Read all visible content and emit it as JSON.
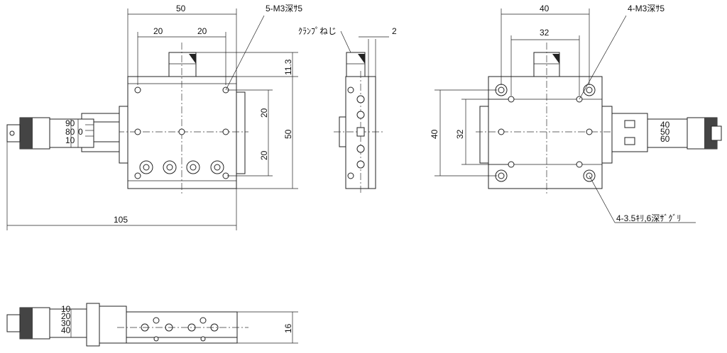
{
  "dimensions": {
    "top_width": "50",
    "top_half_left": "20",
    "top_half_right": "20",
    "tap_label": "5-M3深ｻ5",
    "height_11_3": "11.3",
    "vert_20_upper": "20",
    "vert_20_lower": "20",
    "vert_50": "50",
    "total_105": "105",
    "side_clamp": "ｸﾗﾝﾌﾟねじ",
    "side_2": "2",
    "right_width_40": "40",
    "right_inner_32": "32",
    "right_tap_label": "4-M3深ｻ5",
    "right_height_40": "40",
    "right_height_32": "32",
    "counterbore_label": "4-3.5ｷﾘ,6深ｻﾞｸﾞﾘ",
    "bottom_height_16": "16"
  },
  "micrometers": {
    "front_scale": [
      "0",
      "90",
      "80",
      "10"
    ],
    "right_scale": [
      "40",
      "50",
      "60"
    ],
    "bottom_scale": [
      "10",
      "20",
      "30",
      "40"
    ]
  }
}
